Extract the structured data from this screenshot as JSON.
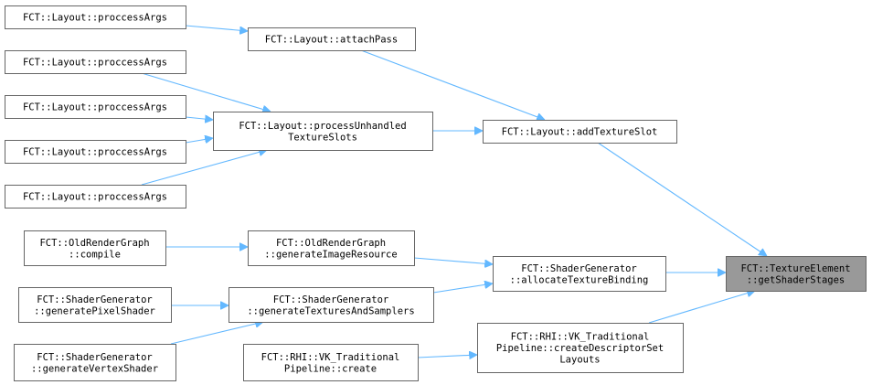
{
  "diagram": {
    "type": "call-graph",
    "colors": {
      "edge": "#63b8ff",
      "node_border": "#666666",
      "target_fill": "#999999"
    },
    "nodes": [
      {
        "id": "pa1",
        "lines": [
          "FCT::Layout::proccessArgs"
        ]
      },
      {
        "id": "pa2",
        "lines": [
          "FCT::Layout::proccessArgs"
        ]
      },
      {
        "id": "pa3",
        "lines": [
          "FCT::Layout::proccessArgs"
        ]
      },
      {
        "id": "pa4",
        "lines": [
          "FCT::Layout::proccessArgs"
        ]
      },
      {
        "id": "pa5",
        "lines": [
          "FCT::Layout::proccessArgs"
        ]
      },
      {
        "id": "attach",
        "lines": [
          "FCT::Layout::attachPass"
        ]
      },
      {
        "id": "unhandled",
        "lines": [
          "FCT::Layout::processUnhandled",
          "TextureSlots"
        ]
      },
      {
        "id": "addslot",
        "lines": [
          "FCT::Layout::addTextureSlot"
        ]
      },
      {
        "id": "compile",
        "lines": [
          "FCT::OldRenderGraph",
          "::compile"
        ]
      },
      {
        "id": "genimg",
        "lines": [
          "FCT::OldRenderGraph",
          "::generateImageResource"
        ]
      },
      {
        "id": "genpix",
        "lines": [
          "FCT::ShaderGenerator",
          "::generatePixelShader"
        ]
      },
      {
        "id": "gentex",
        "lines": [
          "FCT::ShaderGenerator",
          "::generateTexturesAndSamplers"
        ]
      },
      {
        "id": "genvert",
        "lines": [
          "FCT::ShaderGenerator",
          "::generateVertexShader"
        ]
      },
      {
        "id": "alloc",
        "lines": [
          "FCT::ShaderGenerator",
          "::allocateTextureBinding"
        ]
      },
      {
        "id": "vkcreate",
        "lines": [
          "FCT::RHI::VK_Traditional",
          "Pipeline::create"
        ]
      },
      {
        "id": "vkdesc",
        "lines": [
          "FCT::RHI::VK_Traditional",
          "Pipeline::createDescriptorSet",
          "Layouts"
        ]
      },
      {
        "id": "target",
        "lines": [
          "FCT::TextureElement",
          "::getShaderStages"
        ]
      }
    ],
    "edges": [
      {
        "from": "pa1",
        "to": "attach"
      },
      {
        "from": "pa2",
        "to": "unhandled"
      },
      {
        "from": "pa3",
        "to": "unhandled"
      },
      {
        "from": "pa4",
        "to": "unhandled"
      },
      {
        "from": "pa5",
        "to": "unhandled"
      },
      {
        "from": "attach",
        "to": "addslot"
      },
      {
        "from": "unhandled",
        "to": "addslot"
      },
      {
        "from": "addslot",
        "to": "target"
      },
      {
        "from": "compile",
        "to": "genimg"
      },
      {
        "from": "genimg",
        "to": "alloc"
      },
      {
        "from": "genpix",
        "to": "gentex"
      },
      {
        "from": "genvert",
        "to": "gentex"
      },
      {
        "from": "gentex",
        "to": "alloc"
      },
      {
        "from": "alloc",
        "to": "target"
      },
      {
        "from": "vkcreate",
        "to": "vkdesc"
      },
      {
        "from": "vkdesc",
        "to": "target"
      }
    ]
  }
}
